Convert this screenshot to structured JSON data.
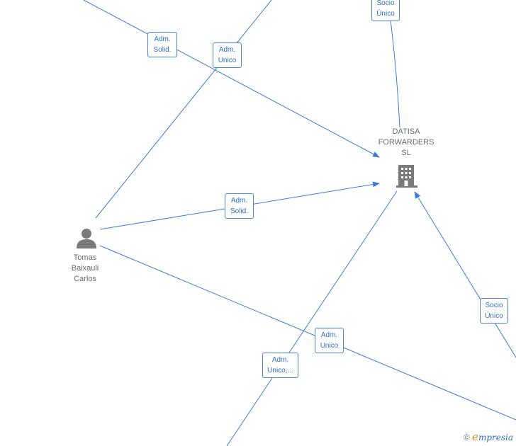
{
  "company": {
    "name_lines": [
      "DATISA",
      "FORWARDERS",
      "SL"
    ],
    "icon": "building-icon"
  },
  "person": {
    "name_lines": [
      "Tomas",
      "Baixauli",
      "Carlos"
    ],
    "icon": "person-icon"
  },
  "relations": [
    {
      "lines": [
        "Socio",
        "Único"
      ]
    },
    {
      "lines": [
        "Adm.",
        "Solid."
      ]
    },
    {
      "lines": [
        "Adm.",
        "Unico"
      ]
    },
    {
      "lines": [
        "Adm.",
        "Solid."
      ]
    },
    {
      "lines": [
        "Socio",
        "Único"
      ]
    },
    {
      "lines": [
        "Adm.",
        "Unico"
      ]
    },
    {
      "lines": [
        "Adm.",
        "Unico,..."
      ]
    }
  ],
  "brand": {
    "copyright": "©",
    "e": "e",
    "rest": "mpresia"
  },
  "colors": {
    "edge": "#3a7bd5",
    "label_border": "#4a86d8",
    "node": "#7a7a7a"
  }
}
